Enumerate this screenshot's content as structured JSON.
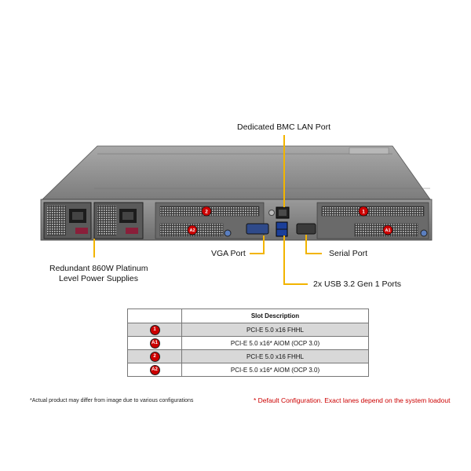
{
  "callouts": {
    "bmc": "Dedicated BMC LAN Port",
    "psu_line1": "Redundant  860W Platinum",
    "psu_line2": "Level Power Supplies",
    "vga": "VGA Port",
    "serial": "Serial Port",
    "usb": "2x USB 3.2 Gen 1 Ports"
  },
  "slot_badges": [
    "2",
    "1",
    "A2",
    "A1"
  ],
  "table": {
    "header": [
      "",
      "Slot Description"
    ],
    "rows": [
      {
        "badge": "1",
        "desc": "PCI-E 5.0 x16 FHHL"
      },
      {
        "badge": "A1",
        "desc": "PCI-E 5.0 x16* AIOM (OCP 3.0)"
      },
      {
        "badge": "2",
        "desc": "PCI-E 5.0 x16 FHHL"
      },
      {
        "badge": "A2",
        "desc": "PCI-E 5.0 x16* AIOM (OCP 3.0)"
      }
    ]
  },
  "notes": {
    "left": "*Actual product may differ from image due to various configurations",
    "right": "* Default Configuration. Exact lanes depend on the system loadout"
  },
  "colors": {
    "callout_line": "#f2b400",
    "badge": "#cc0000",
    "chassis": "#8c8c8c",
    "note_right": "#cc0000"
  }
}
